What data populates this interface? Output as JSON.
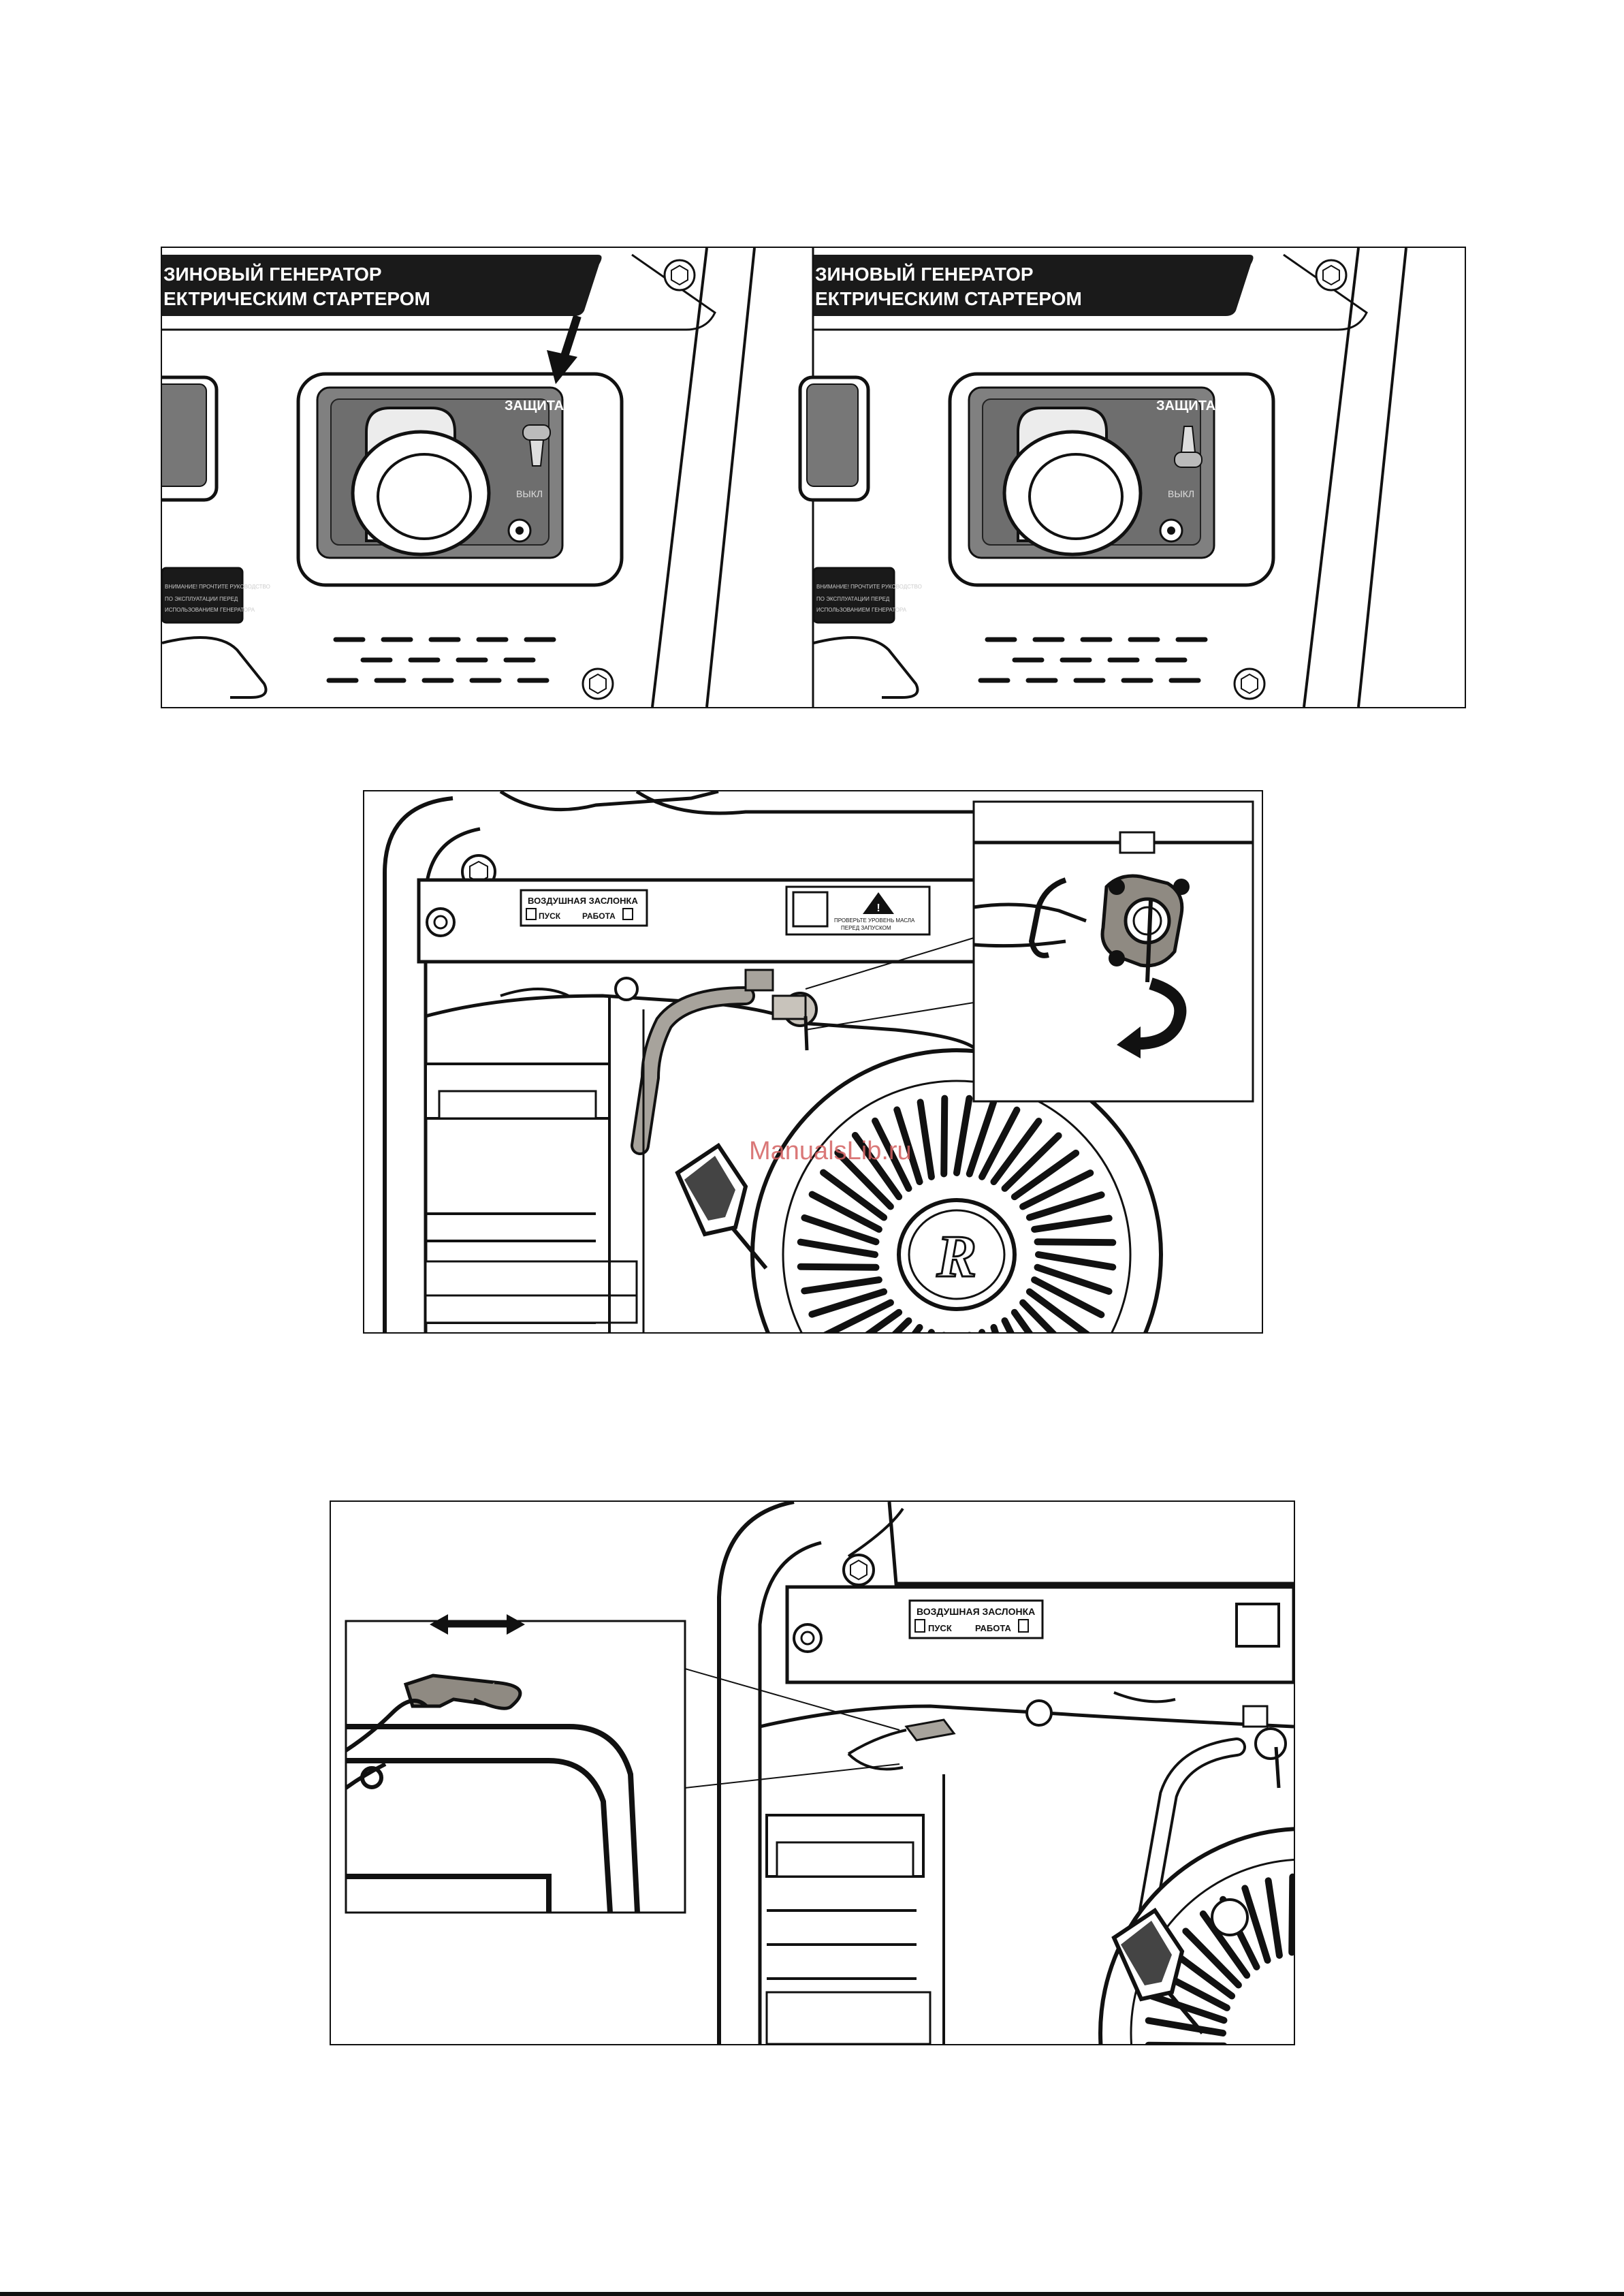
{
  "figure1": {
    "left": {
      "banner_line1": "ЗИНОВЫЙ ГЕНЕРАТОР",
      "banner_line2": "ЕКТРИЧЕСКИМ СТАРТЕРОМ",
      "breaker_label": "ЗАЩИТА АС",
      "off_label": "ВЫКЛ",
      "small_plate_line1": "ВНИМАНИЕ! ПРОЧТИТЕ РУКОВОДСТВО",
      "small_plate_line2": "ПО ЭКСПЛУАТАЦИИ ПЕРЕД",
      "small_plate_line3": "ИСПОЛЬЗОВАНИЕМ ГЕНЕРАТОРА",
      "pointer_arrow": "arrow-down-icon"
    },
    "right": {
      "banner_line1": "ЗИНОВЫЙ ГЕНЕРАТОР",
      "banner_line2": "ЕКТРИЧЕСКИМ СТАРТЕРОМ",
      "breaker_label": "ЗАЩИТА АС",
      "off_label": "ВЫКЛ",
      "small_plate_line1": "ВНИМАНИЕ! ПРОЧТИТЕ РУКОВОДСТВО",
      "small_plate_line2": "ПО ЭКСПЛУАТАЦИИ ПЕРЕД",
      "small_plate_line3": "ИСПОЛЬЗОВАНИЕМ ГЕНЕРАТОРА"
    }
  },
  "figure2": {
    "choke_title": "ВОЗДУШНАЯ ЗАСЛОНКА",
    "choke_start": "ПУСК",
    "choke_run": "РАБОТА",
    "warning_line1": "ПРОВЕРЬТЕ УРОВЕНЬ МАСЛА",
    "warning_line2": "ПЕРЕД ЗАПУСКОМ",
    "watermark": "ManualsLib.ru",
    "logo_letter": "R",
    "rotate_arrow": "rotate-arrow-icon"
  },
  "figure3": {
    "choke_title": "ВОЗДУШНАЯ ЗАСЛОНКА",
    "choke_start": "ПУСК",
    "choke_run": "РАБОТА",
    "double_arrow": "double-arrow-icon"
  }
}
